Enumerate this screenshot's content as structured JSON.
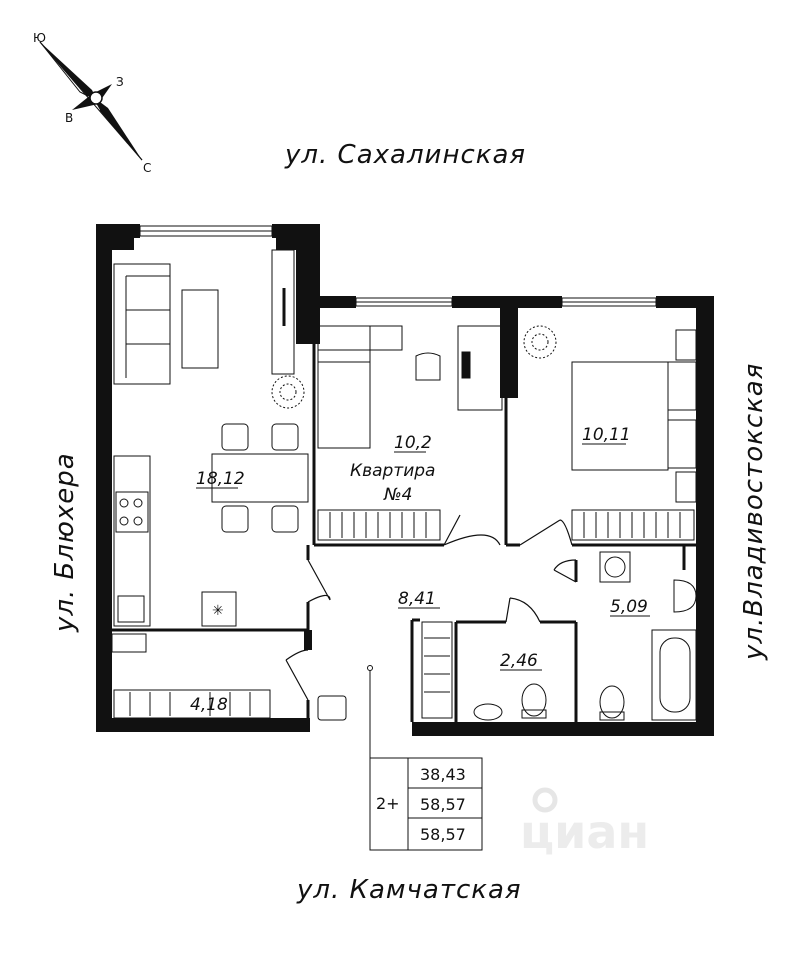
{
  "compass": {
    "south": "Ю",
    "east": "З",
    "west": "В",
    "north": "С"
  },
  "streets": {
    "top": "ул. Сахалинская",
    "bottom": "ул. Камчатская",
    "left": "ул. Блюхера",
    "right": "ул.Владивостокская"
  },
  "apartment": {
    "title": "Квартира",
    "number": "№4"
  },
  "rooms": {
    "living_kitchen": "18,12",
    "bedroom_1": "10,2",
    "bedroom_2": "10,11",
    "hall": "8,41",
    "bathroom": "5,09",
    "toilet": "2,46",
    "loggia": "4,18"
  },
  "summary": {
    "rooms_label": "2+",
    "living_area": "38,43",
    "total_area": "58,57",
    "total_area_2": "58,57"
  },
  "watermark": "циан"
}
